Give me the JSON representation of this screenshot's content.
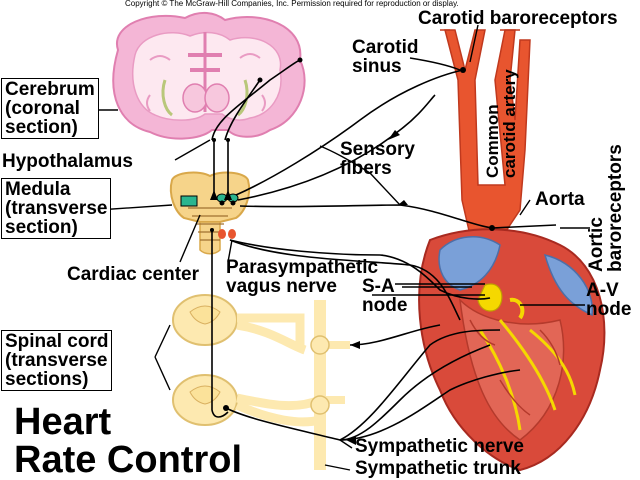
{
  "copyright": "Copyright © The McGraw-Hill Companies, Inc. Permission required for reproduction or display.",
  "title": {
    "line1": "Heart",
    "line2": "Rate Control"
  },
  "labels": {
    "carotid_baroreceptors": "Carotid baroreceptors",
    "carotid_sinus": "Carotid\nsinus",
    "common_carotid_artery": "Common\ncarotid artery",
    "cerebrum": "Cerebrum\n(coronal\nsection)",
    "hypothalamus": "Hypothalamus",
    "sensory_fibers": "Sensory\nfibers",
    "medula": "Medula\n(transverse\nsection)",
    "aorta": "Aorta",
    "aortic_baroreceptors": "Aortic\nbaroreceptors",
    "cardiac_center": "Cardiac center",
    "parasympathetic": "Parasympathetic\nvagus nerve",
    "sa_node": "S-A\nnode",
    "av_node": "A-V\nnode",
    "spinal_cord": "Spinal cord\n(transverse\nsections)",
    "sympathetic_nerve": "Sympathetic nerve",
    "sympathetic_trunk": "Sympathetic trunk"
  },
  "colors": {
    "brain": "#f4b6d6",
    "brain_inner": "#fde8f0",
    "artery": "#e8552f",
    "cord": "#fde9b0",
    "cord_outline": "#e0c070",
    "heart_red": "#d94a3a",
    "heart_blue": "#7aa0d8",
    "node_yellow": "#f5d800",
    "nucleus_green": "#2bb58f"
  }
}
